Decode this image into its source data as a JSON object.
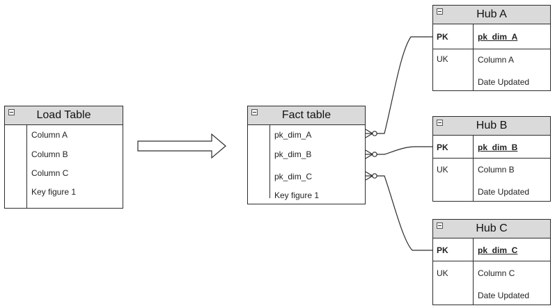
{
  "load_table": {
    "title": "Load Table",
    "rows": [
      "Column A",
      "Column B",
      "Column C",
      "Key figure 1"
    ]
  },
  "fact_table": {
    "title": "Fact table",
    "rows": [
      "pk_dim_A",
      "pk_dim_B",
      "pk_dim_C",
      "Key figure 1"
    ]
  },
  "hubs": [
    {
      "title": "Hub A",
      "pk_label": "PK",
      "uk_label": "UK",
      "pk_value": "pk_dim_A",
      "uk_value": "Column A",
      "extra": "Date Updated"
    },
    {
      "title": "Hub B",
      "pk_label": "PK",
      "uk_label": "UK",
      "pk_value": "pk_dim_B",
      "uk_value": "Column B",
      "extra": "Date Updated"
    },
    {
      "title": "Hub C",
      "pk_label": "PK",
      "uk_label": "UK",
      "pk_value": "pk_dim_C",
      "uk_value": "Column C",
      "extra": "Date Updated"
    }
  ],
  "colors": {
    "header": "#dadada",
    "line": "#2b2b2b"
  }
}
